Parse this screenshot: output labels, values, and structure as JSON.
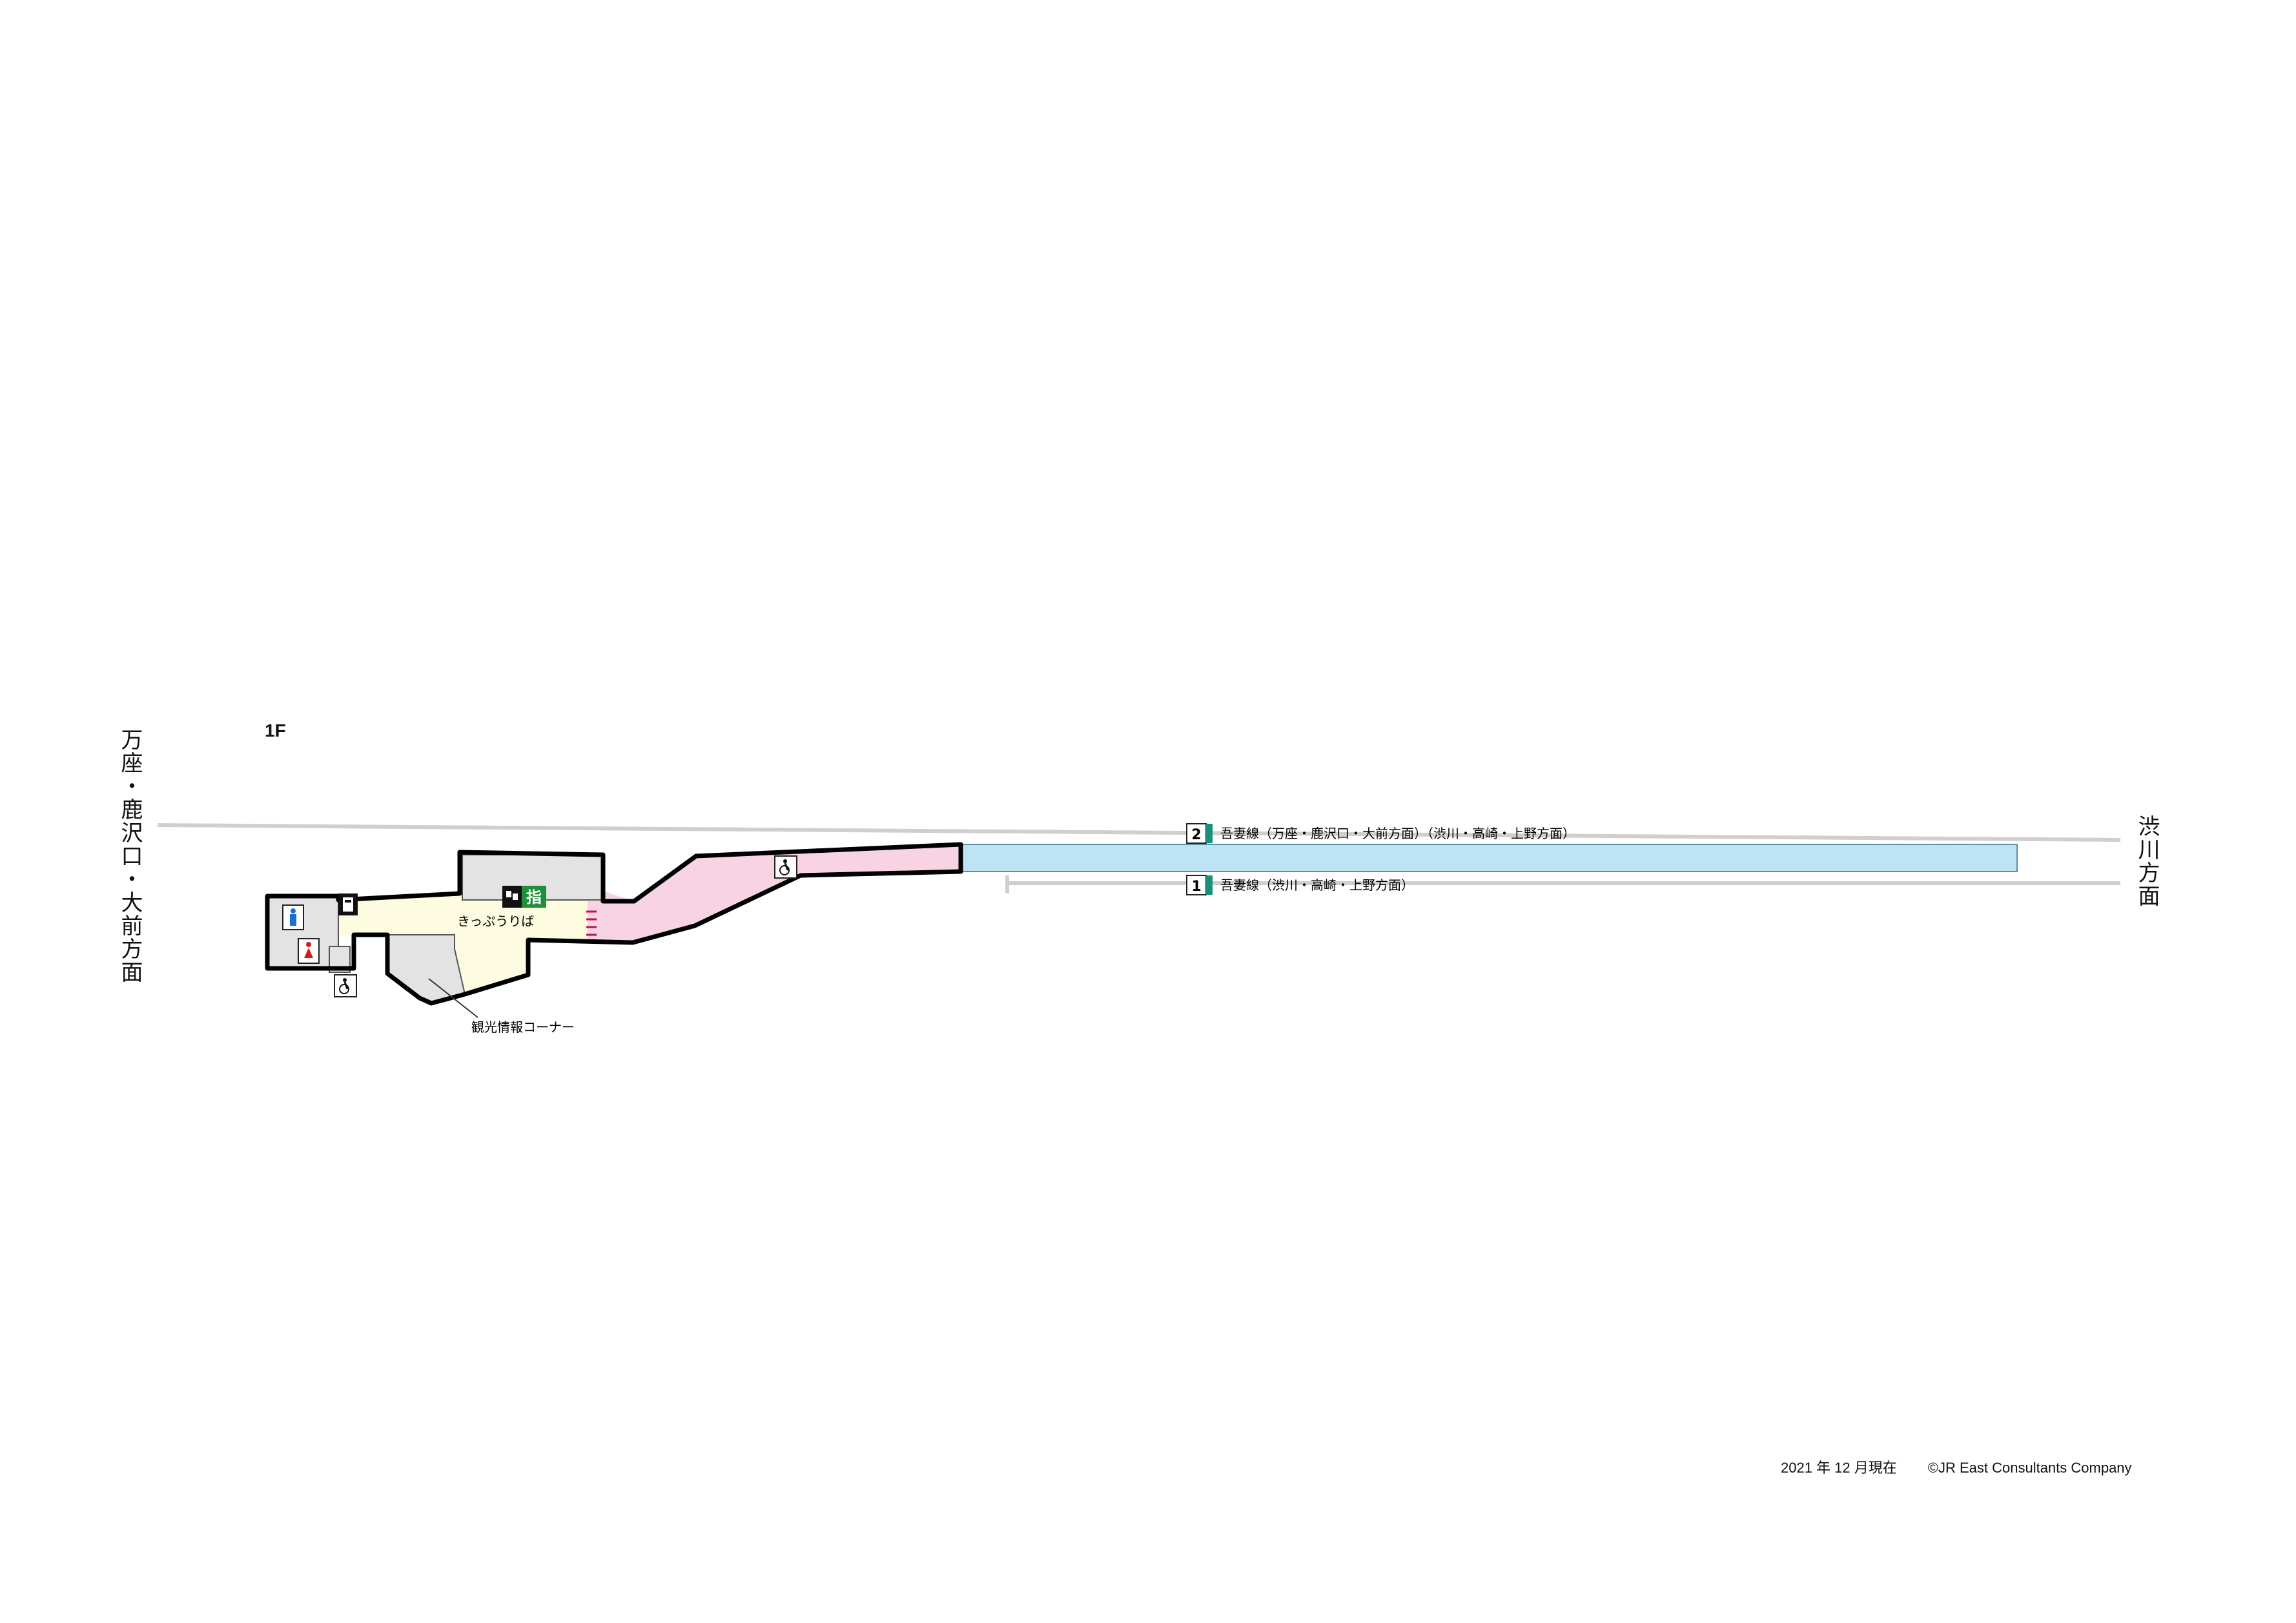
{
  "floor_label": "1F",
  "directions": {
    "west": "万座・鹿沢口・大前方面",
    "east": "渋川方面"
  },
  "tracks": [
    {
      "number": "2",
      "label": "吾妻線（万座・鹿沢口・大前方面）（渋川・高崎・上野方面）"
    },
    {
      "number": "1",
      "label": "吾妻線（渋川・高崎・上野方面）"
    }
  ],
  "areas": {
    "ticket_office": "きっぷうりば",
    "tourist_info": "観光情報コーナー",
    "reserved_seat_sign": "指"
  },
  "footer": {
    "date": "2021 年 12 月現在",
    "copyright": "©JR East Consultants Company"
  },
  "colors": {
    "platform": "#bde3f5",
    "concourse_pink": "#f7d3e3",
    "concourse_yellow": "#fdfbe0",
    "facility_gray": "#e3e3e3",
    "track_line": "#cfcfcf",
    "track_accent": "#1a8f7c",
    "sign_green": "#1f8f3c",
    "male_blue": "#1a6fd6",
    "female_red": "#d61a1a"
  },
  "icons": [
    "male-toilet-icon",
    "female-toilet-icon",
    "wheelchair-icon",
    "coin-locker-icon",
    "ticket-machine-icon"
  ]
}
